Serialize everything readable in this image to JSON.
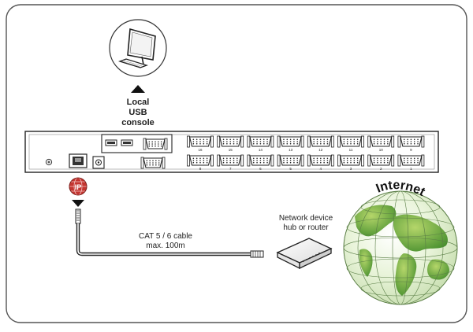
{
  "console": {
    "label_lines": [
      "Local",
      "USB",
      "console"
    ],
    "icon": "computer-icon"
  },
  "kvm": {
    "top_ports": [
      "16",
      "15",
      "14",
      "13",
      "12",
      "11",
      "10",
      "9"
    ],
    "bottom_ports": [
      "8",
      "7",
      "6",
      "5",
      "4",
      "3",
      "2",
      "1"
    ],
    "ip_badge": "IP"
  },
  "cable": {
    "label_lines": [
      "CAT 5 / 6 cable",
      "max. 100m"
    ]
  },
  "network": {
    "label_lines": [
      "Network device",
      "hub or router"
    ],
    "icon": "router-icon"
  },
  "globe": {
    "label": "Internet",
    "icon": "globe-icon"
  }
}
